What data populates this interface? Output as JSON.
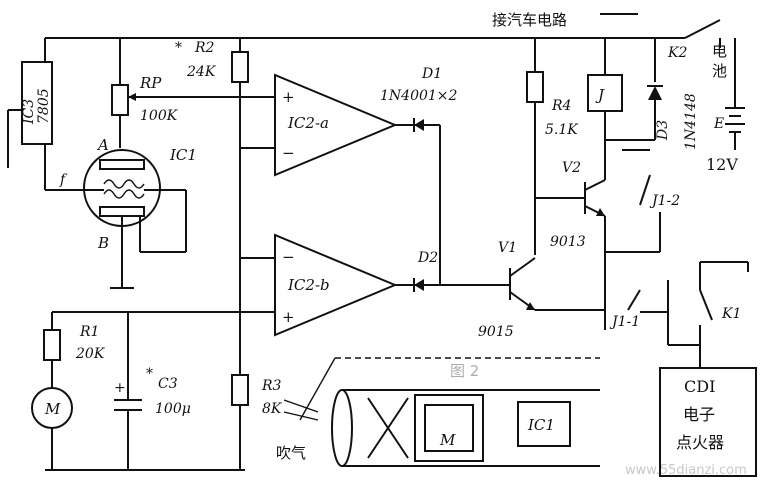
{
  "title": "接汽车电路",
  "ic3": {
    "name": "IC3",
    "part": "7805"
  },
  "rp": {
    "ref": "RP",
    "value": "100K"
  },
  "r2": {
    "star": "*",
    "ref": "R2",
    "value": "24K"
  },
  "ic2a": {
    "label": "IC2-a",
    "plus": "+",
    "minus": "−"
  },
  "ic2b": {
    "label": "IC2-b",
    "plus": "+",
    "minus": "−"
  },
  "d1": {
    "ref": "D1",
    "part": "1N4001×2"
  },
  "d2": {
    "ref": "D2"
  },
  "ic1": {
    "ref": "IC1",
    "pin_a": "A",
    "pin_b": "B",
    "pin_f": "f"
  },
  "r1": {
    "ref": "R1",
    "value": "20K"
  },
  "c3": {
    "star": "*",
    "ref": "C3",
    "value": "100μ",
    "pol": "+"
  },
  "motor": {
    "label": "M"
  },
  "r3": {
    "ref": "R3",
    "value": "8K"
  },
  "blow_label": "吹气",
  "r4": {
    "ref": "R4",
    "value": "5.1K"
  },
  "relay": {
    "ref": "J"
  },
  "v2": {
    "ref": "V2",
    "part": "9013"
  },
  "v1": {
    "ref": "V1",
    "part": "9015"
  },
  "d3": {
    "ref": "D3",
    "part": "1N4148"
  },
  "k2": {
    "ref": "K2"
  },
  "k1": {
    "ref": "K1"
  },
  "j12": {
    "ref": "J1-2"
  },
  "j11": {
    "ref": "J1-1"
  },
  "battery": {
    "name_line1": "电",
    "name_line2": "池",
    "ref": "E",
    "voltage": "12V"
  },
  "cdi": {
    "line1": "CDI",
    "line2": "电子",
    "line3": "点火器"
  },
  "tube": {
    "motor": "M",
    "sensor": "IC1"
  },
  "fig_label": "图 2",
  "watermark": "www.55dianzi.com"
}
